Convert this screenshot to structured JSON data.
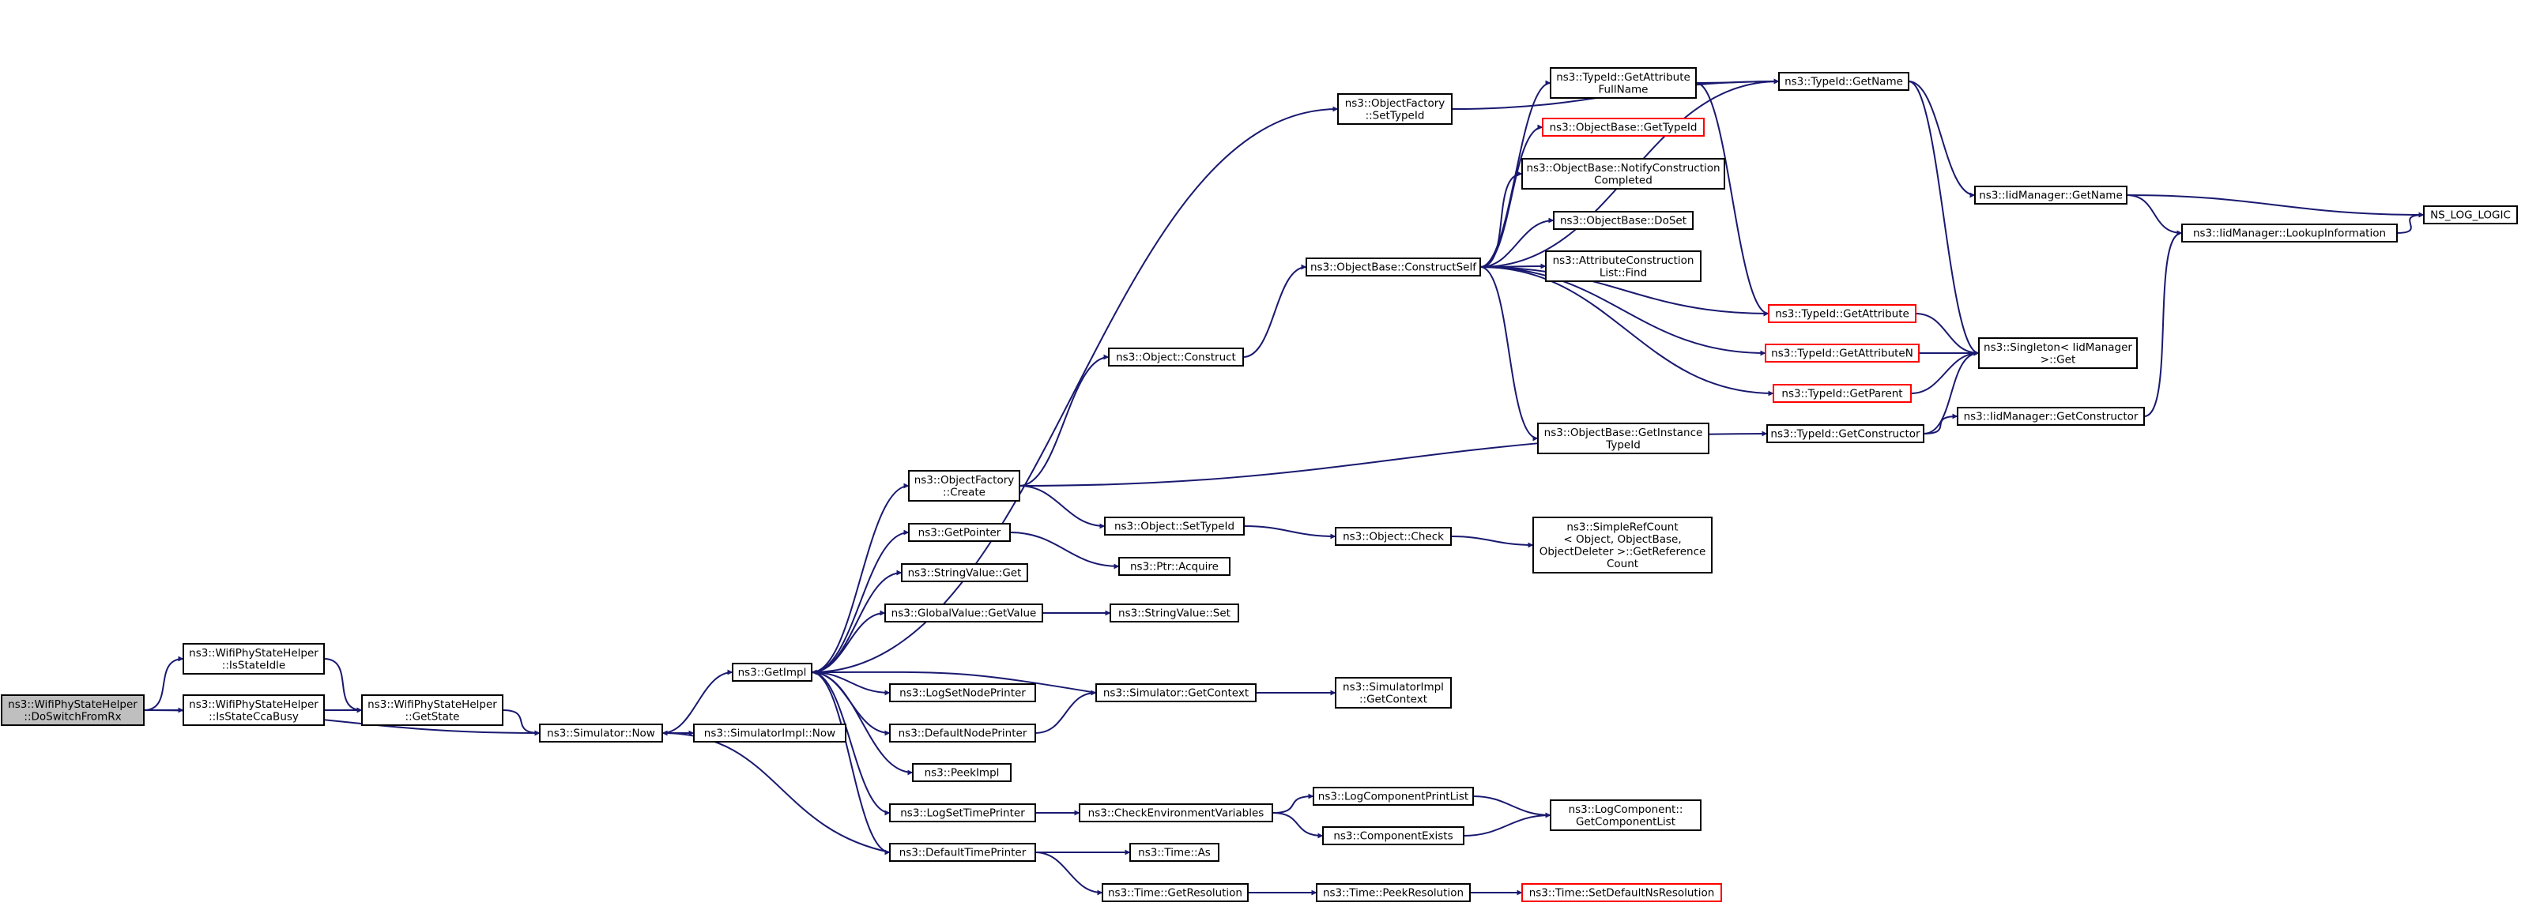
{
  "colors": {
    "edge": "#191970",
    "node_border": "#000000",
    "node_fill": "#ffffff",
    "root_fill": "#bfbfbf",
    "truncated_border": "#ff0000",
    "text": "#000000"
  },
  "nodes": [
    {
      "id": "root",
      "lines": [
        "ns3::WifiPhyStateHelper",
        "::DoSwitchFromRx"
      ],
      "style": "root"
    },
    {
      "id": "isStateIdle",
      "lines": [
        "ns3::WifiPhyStateHelper",
        "::IsStateIdle"
      ]
    },
    {
      "id": "isStateCcaBusy",
      "lines": [
        "ns3::WifiPhyStateHelper",
        "::IsStateCcaBusy"
      ]
    },
    {
      "id": "getState",
      "lines": [
        "ns3::WifiPhyStateHelper",
        "::GetState"
      ]
    },
    {
      "id": "simNow",
      "lines": [
        "ns3::Simulator::Now"
      ]
    },
    {
      "id": "simImplNow",
      "lines": [
        "ns3::SimulatorImpl::Now"
      ]
    },
    {
      "id": "getImpl",
      "lines": [
        "ns3::GetImpl"
      ]
    },
    {
      "id": "ofSetTypeId",
      "lines": [
        "ns3::ObjectFactory",
        "::SetTypeId"
      ]
    },
    {
      "id": "ofCreate",
      "lines": [
        "ns3::ObjectFactory",
        "::Create"
      ]
    },
    {
      "id": "getPointer",
      "lines": [
        "ns3::GetPointer"
      ]
    },
    {
      "id": "svGet",
      "lines": [
        "ns3::StringValue::Get"
      ]
    },
    {
      "id": "gvGetValue",
      "lines": [
        "ns3::GlobalValue::GetValue"
      ]
    },
    {
      "id": "logSetNodePrinter",
      "lines": [
        "ns3::LogSetNodePrinter"
      ]
    },
    {
      "id": "defaultNodePrinter",
      "lines": [
        "ns3::DefaultNodePrinter"
      ]
    },
    {
      "id": "peekImpl",
      "lines": [
        "ns3::PeekImpl"
      ]
    },
    {
      "id": "logSetTimePrinter",
      "lines": [
        "ns3::LogSetTimePrinter"
      ]
    },
    {
      "id": "defaultTimePrinter",
      "lines": [
        "ns3::DefaultTimePrinter"
      ]
    },
    {
      "id": "objConstruct",
      "lines": [
        "ns3::Object::Construct"
      ]
    },
    {
      "id": "objSetTypeId",
      "lines": [
        "ns3::Object::SetTypeId"
      ]
    },
    {
      "id": "ptrAcquire",
      "lines": [
        "ns3::Ptr::Acquire"
      ]
    },
    {
      "id": "svSet",
      "lines": [
        "ns3::StringValue::Set"
      ]
    },
    {
      "id": "simGetContext",
      "lines": [
        "ns3::Simulator::GetContext"
      ]
    },
    {
      "id": "checkEnv",
      "lines": [
        "ns3::CheckEnvironmentVariables"
      ]
    },
    {
      "id": "timeAs",
      "lines": [
        "ns3::Time::As"
      ]
    },
    {
      "id": "timeGetRes",
      "lines": [
        "ns3::Time::GetResolution"
      ]
    },
    {
      "id": "obConstructSelf",
      "lines": [
        "ns3::ObjectBase::ConstructSelf"
      ]
    },
    {
      "id": "objCheck",
      "lines": [
        "ns3::Object::Check"
      ]
    },
    {
      "id": "simImplGetContext",
      "lines": [
        "ns3::SimulatorImpl",
        "::GetContext"
      ]
    },
    {
      "id": "logCompPrintList",
      "lines": [
        "ns3::LogComponentPrintList"
      ]
    },
    {
      "id": "compExists",
      "lines": [
        "ns3::ComponentExists"
      ]
    },
    {
      "id": "timePeekRes",
      "lines": [
        "ns3::Time::PeekResolution"
      ]
    },
    {
      "id": "tidGetAttrFullName",
      "lines": [
        "ns3::TypeId::GetAttribute",
        "FullName"
      ]
    },
    {
      "id": "obGetTypeId",
      "lines": [
        "ns3::ObjectBase::GetTypeId"
      ],
      "style": "truncated"
    },
    {
      "id": "obNotify",
      "lines": [
        "ns3::ObjectBase::NotifyConstruction",
        "Completed"
      ]
    },
    {
      "id": "obDoSet",
      "lines": [
        "ns3::ObjectBase::DoSet"
      ]
    },
    {
      "id": "acListFind",
      "lines": [
        "ns3::AttributeConstruction",
        "List::Find"
      ]
    },
    {
      "id": "obGetInstance",
      "lines": [
        "ns3::ObjectBase::GetInstance",
        "TypeId"
      ]
    },
    {
      "id": "srcGetRefCount",
      "lines": [
        "ns3::SimpleRefCount",
        "< Object, ObjectBase,",
        " ObjectDeleter >::GetReference",
        "Count"
      ]
    },
    {
      "id": "logCompGetList",
      "lines": [
        "ns3::LogComponent::",
        "GetComponentList"
      ]
    },
    {
      "id": "timeSetDefaultNs",
      "lines": [
        "ns3::Time::SetDefaultNsResolution"
      ],
      "style": "truncated"
    },
    {
      "id": "tidGetName",
      "lines": [
        "ns3::TypeId::GetName"
      ]
    },
    {
      "id": "tidGetAttribute",
      "lines": [
        "ns3::TypeId::GetAttribute"
      ],
      "style": "truncated"
    },
    {
      "id": "tidGetAttributeN",
      "lines": [
        "ns3::TypeId::GetAttributeN"
      ],
      "style": "truncated"
    },
    {
      "id": "tidGetParent",
      "lines": [
        "ns3::TypeId::GetParent"
      ],
      "style": "truncated"
    },
    {
      "id": "tidGetConstructor",
      "lines": [
        "ns3::TypeId::GetConstructor"
      ]
    },
    {
      "id": "iidGetName",
      "lines": [
        "ns3::IidManager::GetName"
      ]
    },
    {
      "id": "singletonGet",
      "lines": [
        "ns3::Singleton< IidManager",
        " >::Get"
      ]
    },
    {
      "id": "iidGetConstructor",
      "lines": [
        "ns3::IidManager::GetConstructor"
      ]
    },
    {
      "id": "iidLookup",
      "lines": [
        "ns3::IidManager::LookupInformation"
      ]
    },
    {
      "id": "nsLogLogic",
      "lines": [
        "NS_LOG_LOGIC"
      ]
    }
  ],
  "edges": [
    [
      "root",
      "isStateIdle"
    ],
    [
      "root",
      "isStateCcaBusy"
    ],
    [
      "root",
      "simNow"
    ],
    [
      "isStateIdle",
      "getState"
    ],
    [
      "isStateCcaBusy",
      "getState"
    ],
    [
      "getState",
      "simNow"
    ],
    [
      "simNow",
      "getImpl"
    ],
    [
      "simNow",
      "simImplNow"
    ],
    [
      "getImpl",
      "ofSetTypeId"
    ],
    [
      "getImpl",
      "ofCreate"
    ],
    [
      "getImpl",
      "getPointer"
    ],
    [
      "getImpl",
      "svGet"
    ],
    [
      "getImpl",
      "gvGetValue"
    ],
    [
      "getImpl",
      "logSetNodePrinter"
    ],
    [
      "getImpl",
      "defaultNodePrinter"
    ],
    [
      "getImpl",
      "peekImpl"
    ],
    [
      "getImpl",
      "logSetTimePrinter"
    ],
    [
      "getImpl",
      "defaultTimePrinter"
    ],
    [
      "ofSetTypeId",
      "tidGetName"
    ],
    [
      "ofCreate",
      "objConstruct"
    ],
    [
      "ofCreate",
      "objSetTypeId"
    ],
    [
      "ofCreate",
      "tidGetConstructor"
    ],
    [
      "getPointer",
      "ptrAcquire"
    ],
    [
      "gvGetValue",
      "svSet"
    ],
    [
      "defaultNodePrinter",
      "simGetContext"
    ],
    [
      "simGetContext",
      "getImpl"
    ],
    [
      "simGetContext",
      "simImplGetContext"
    ],
    [
      "logSetTimePrinter",
      "checkEnv"
    ],
    [
      "checkEnv",
      "logCompPrintList"
    ],
    [
      "checkEnv",
      "compExists"
    ],
    [
      "logCompPrintList",
      "logCompGetList"
    ],
    [
      "compExists",
      "logCompGetList"
    ],
    [
      "defaultTimePrinter",
      "simNow"
    ],
    [
      "defaultTimePrinter",
      "timeAs"
    ],
    [
      "defaultTimePrinter",
      "timeGetRes"
    ],
    [
      "timeGetRes",
      "timePeekRes"
    ],
    [
      "timePeekRes",
      "timeSetDefaultNs"
    ],
    [
      "objConstruct",
      "obConstructSelf"
    ],
    [
      "objSetTypeId",
      "objCheck"
    ],
    [
      "objCheck",
      "srcGetRefCount"
    ],
    [
      "obConstructSelf",
      "tidGetAttrFullName"
    ],
    [
      "obConstructSelf",
      "obGetTypeId"
    ],
    [
      "obConstructSelf",
      "obNotify"
    ],
    [
      "obConstructSelf",
      "obDoSet"
    ],
    [
      "obConstructSelf",
      "acListFind"
    ],
    [
      "obConstructSelf",
      "obGetInstance"
    ],
    [
      "obConstructSelf",
      "tidGetName"
    ],
    [
      "obConstructSelf",
      "tidGetAttribute"
    ],
    [
      "obConstructSelf",
      "tidGetAttributeN"
    ],
    [
      "obConstructSelf",
      "tidGetParent"
    ],
    [
      "tidGetAttrFullName",
      "tidGetName"
    ],
    [
      "tidGetAttrFullName",
      "tidGetAttribute"
    ],
    [
      "tidGetName",
      "iidGetName"
    ],
    [
      "tidGetName",
      "singletonGet"
    ],
    [
      "tidGetAttribute",
      "singletonGet"
    ],
    [
      "tidGetAttributeN",
      "singletonGet"
    ],
    [
      "tidGetParent",
      "singletonGet"
    ],
    [
      "tidGetConstructor",
      "singletonGet"
    ],
    [
      "tidGetConstructor",
      "iidGetConstructor"
    ],
    [
      "iidGetConstructor",
      "iidLookup"
    ],
    [
      "iidGetName",
      "iidLookup"
    ],
    [
      "iidGetName",
      "nsLogLogic"
    ],
    [
      "iidLookup",
      "nsLogLogic"
    ]
  ]
}
